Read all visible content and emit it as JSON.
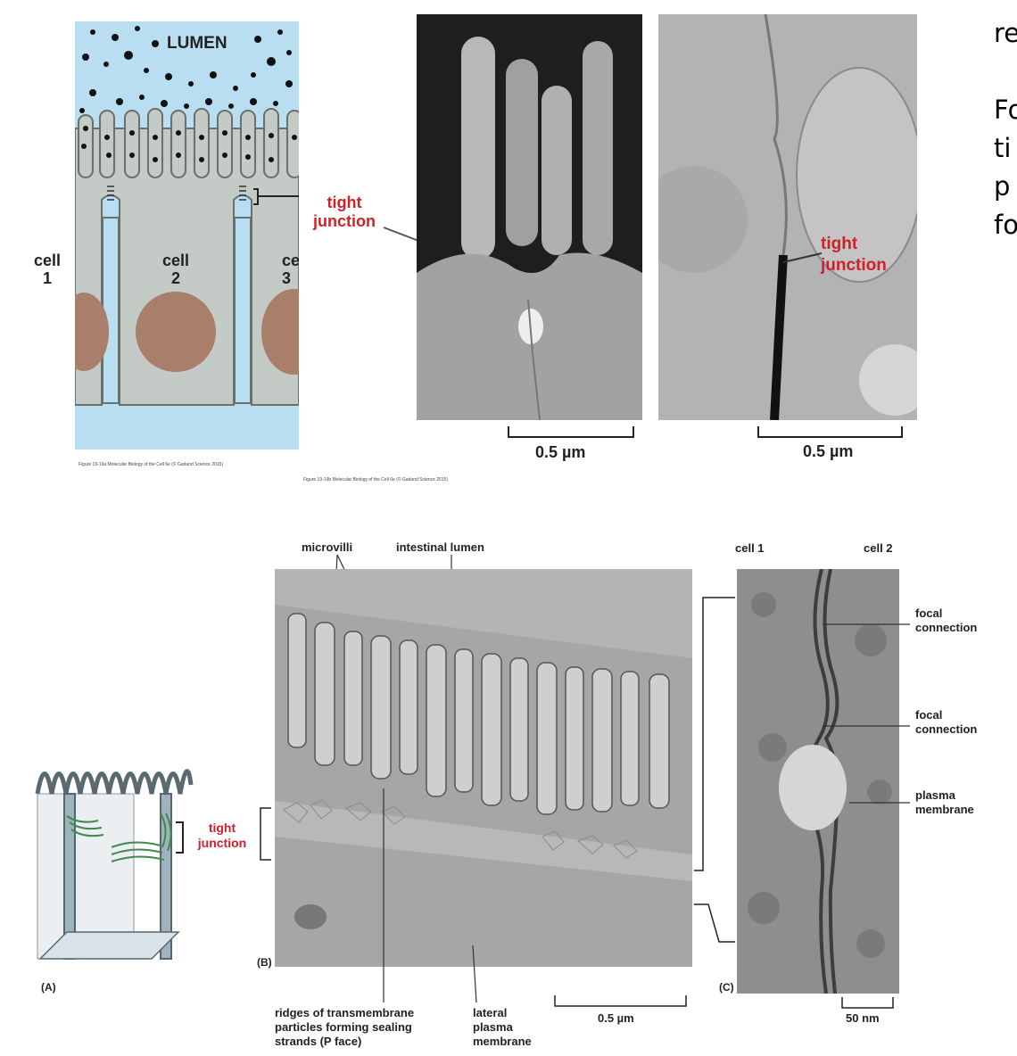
{
  "top": {
    "diagram": {
      "lumen_label": "LUMEN",
      "tight_junction_label": [
        "tight",
        "junction"
      ],
      "cells": [
        {
          "word": "cell",
          "num": "1"
        },
        {
          "word": "cell",
          "num": "2"
        },
        {
          "word": "ce",
          "num": "3"
        }
      ],
      "caption": "Figure 19-19a Molecular Biology of the Cell 6e (© Garland Science 2015)"
    },
    "micrographs": {
      "left_scale": "0.5 µm",
      "right_scale": "0.5 µm",
      "right_label": [
        "tight",
        "junction"
      ],
      "caption": "Figure 19-19b Molecular Biology of the Cell 6e (© Garland Science 2015)"
    },
    "side_text": [
      "re",
      "",
      "Fo",
      "ti",
      "p",
      "fo"
    ]
  },
  "bottom": {
    "panel_a": {
      "panel_letter": "(A)",
      "tight_junction_label": [
        "tight",
        "junction"
      ]
    },
    "panel_b": {
      "panel_letter": "(B)",
      "microvilli": "microvilli",
      "lumen": "intestinal lumen",
      "ridges": [
        "ridges of transmembrane",
        "particles forming sealing",
        "strands (P face)"
      ],
      "lateral": [
        "lateral",
        "plasma",
        "membrane"
      ],
      "scale": "0.5 µm"
    },
    "panel_c": {
      "panel_letter": "(C)",
      "cell1": "cell 1",
      "cell2": "cell 2",
      "focal1": [
        "focal",
        "connection"
      ],
      "focal2": [
        "focal",
        "connection"
      ],
      "plasma": [
        "plasma",
        "membrane"
      ],
      "scale": "50 nm"
    }
  }
}
